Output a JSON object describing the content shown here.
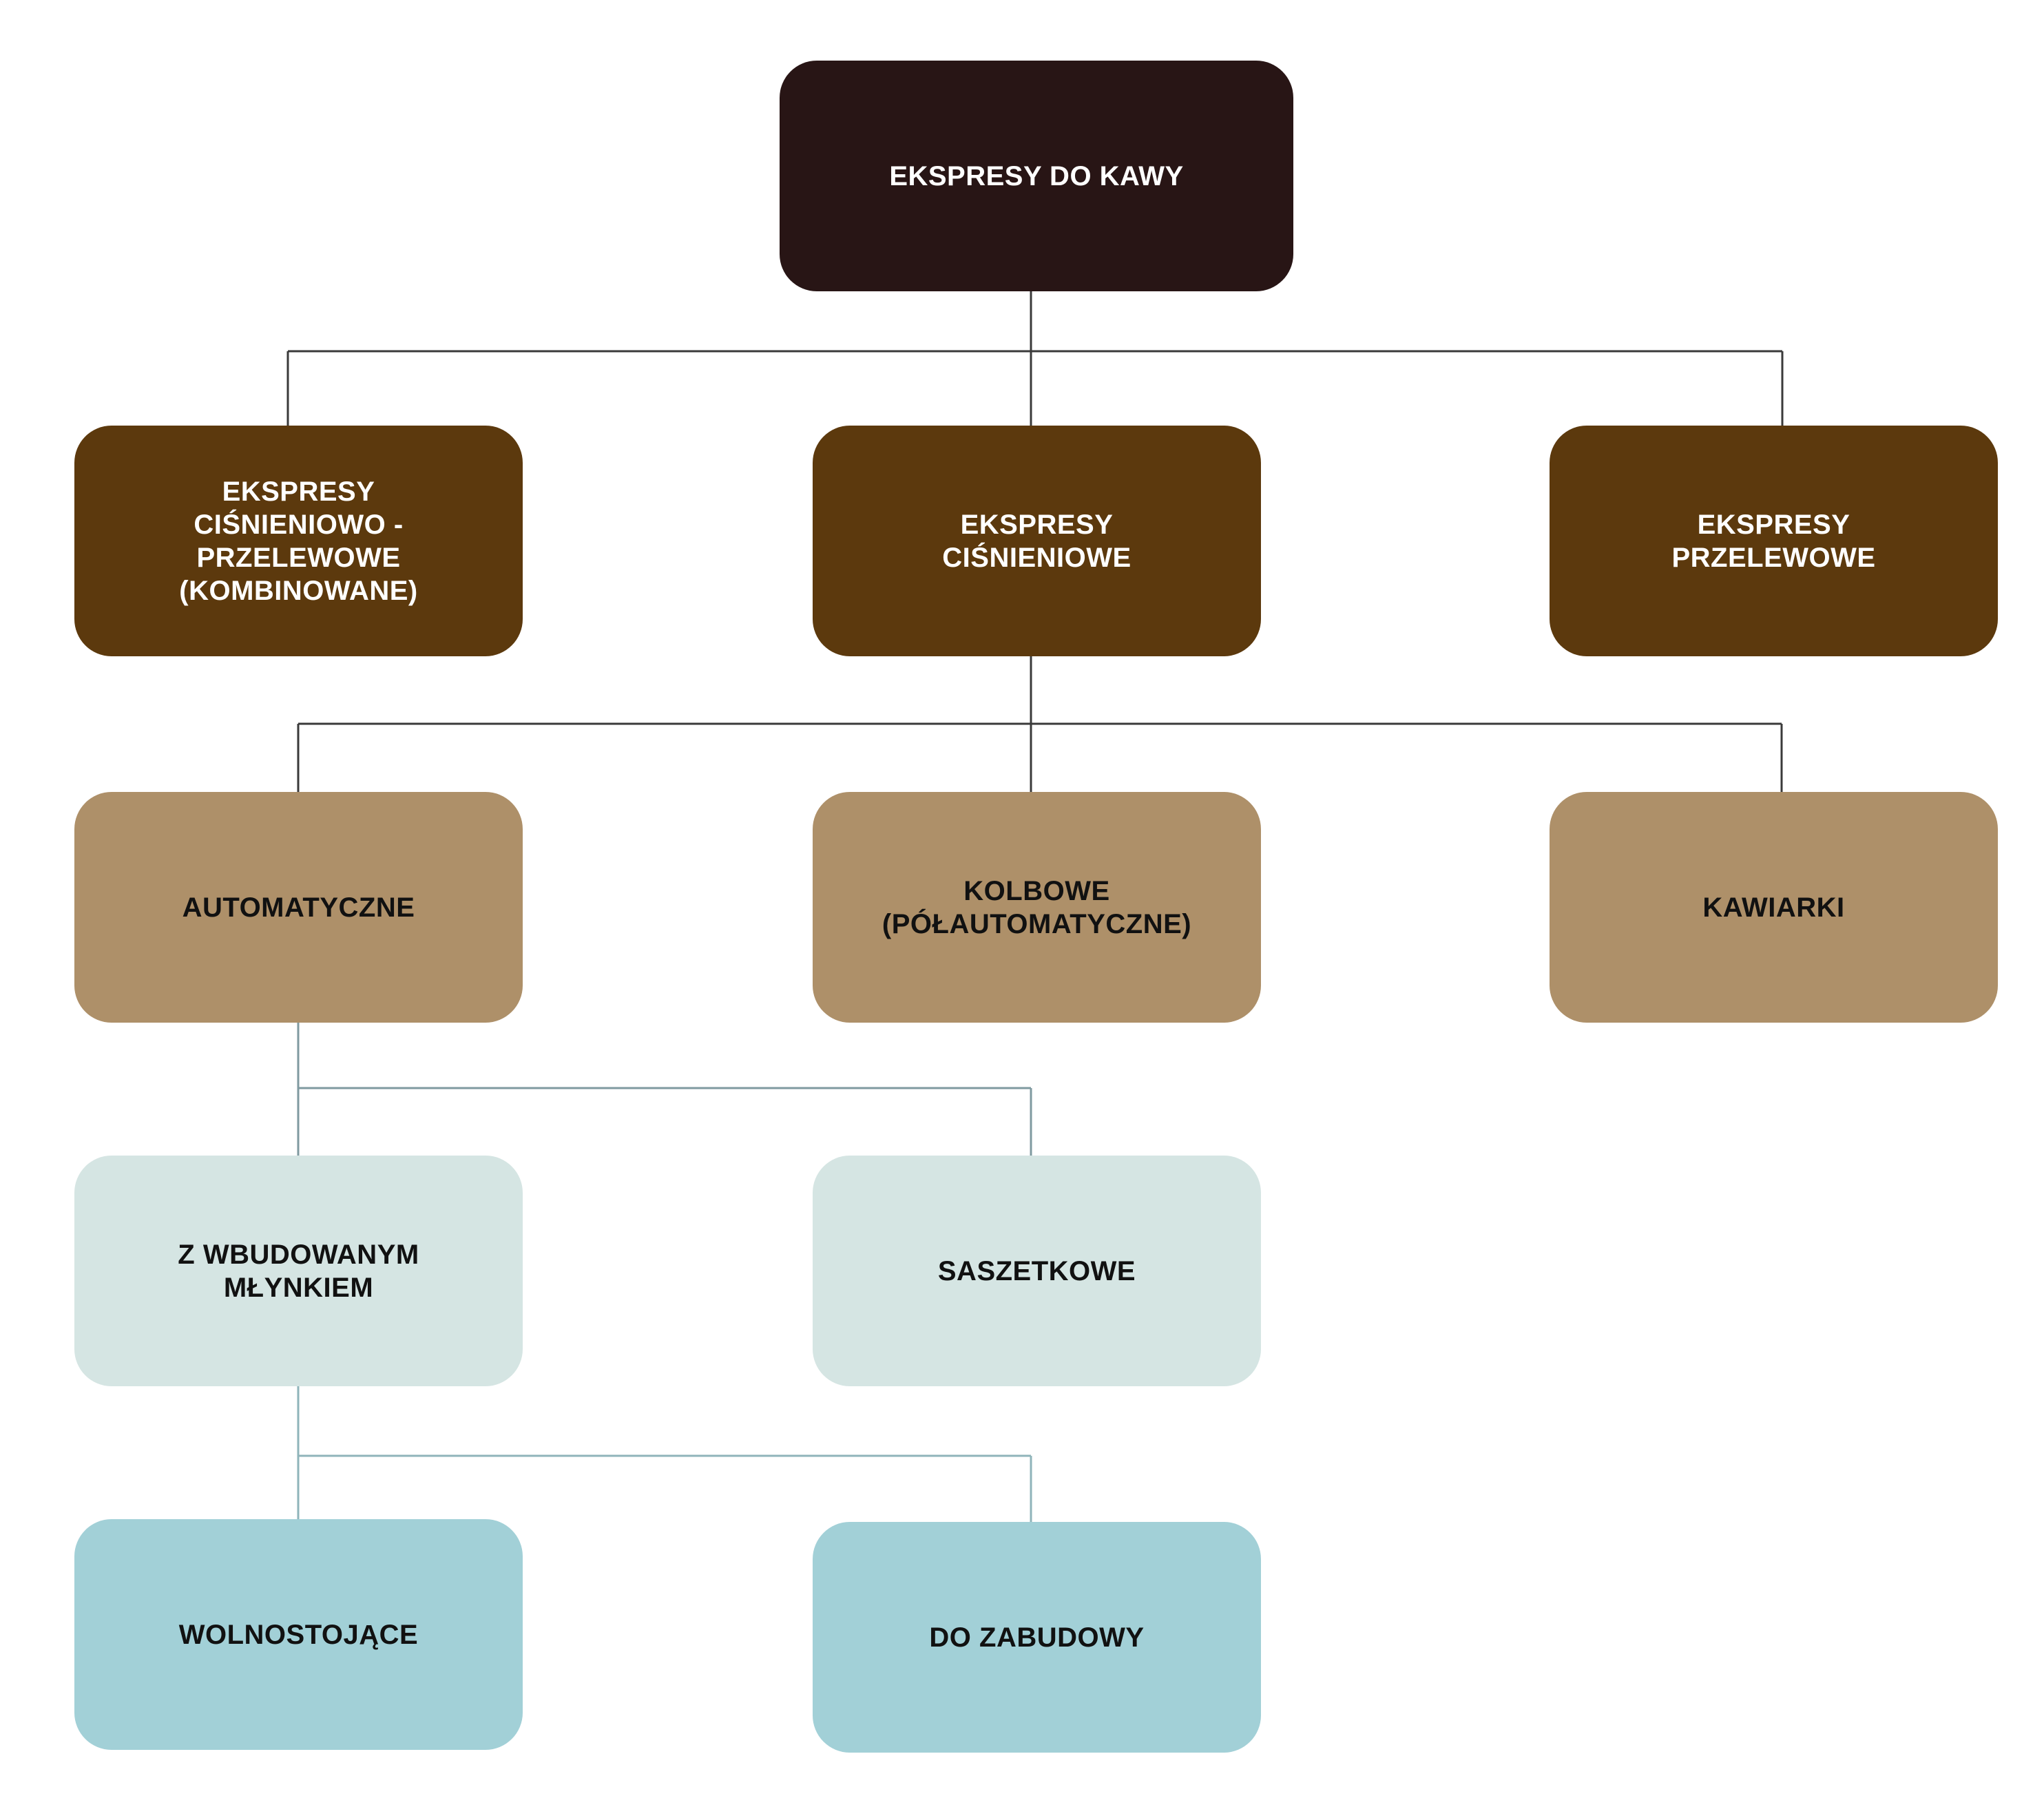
{
  "diagram": {
    "root": "EKSPRESY DO KAWY",
    "level1": {
      "combined": "EKSPRESY\nCIŚNIENIOWO -\nPRZELEWOWE\n(KOMBINOWANE)",
      "pressure": "EKSPRESY\nCIŚNIENIOWE",
      "drip": "EKSPRESY\nPRZELEWOWE"
    },
    "level2": {
      "automatic": "AUTOMATYCZNE",
      "portafilter": "KOLBOWE\n(PÓŁAUTOMATYCZNE)",
      "moka": "KAWIARKI"
    },
    "level3": {
      "grinder": "Z WBUDOWANYM\nMŁYNKIEM",
      "capsule": "SASZETKOWE"
    },
    "level4": {
      "freestanding": "WOLNOSTOJĄCE",
      "builtin": "DO ZABUDOWY"
    }
  },
  "colors": {
    "root": "#281515",
    "level1": "#5c390d",
    "level2": "#ae9069",
    "level3": "#d5e5e3",
    "level4": "#a2d0d7",
    "connector_dark": "#3a3a3a",
    "connector_light": "#8fb4ba"
  }
}
